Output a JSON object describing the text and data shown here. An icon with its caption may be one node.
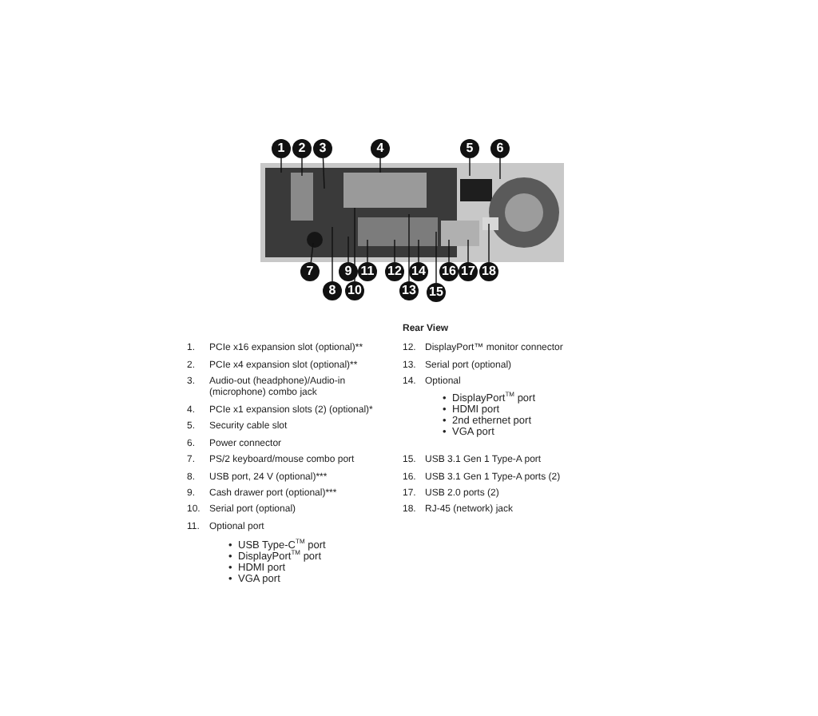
{
  "diagram": {
    "nodes": [
      {
        "text": [
          "1"
        ]
      },
      {
        "text": [
          "2"
        ]
      },
      {
        "text": [
          "3"
        ]
      },
      {
        "text": [
          "4"
        ]
      },
      {
        "text": [
          "5"
        ]
      },
      {
        "text": [
          "6"
        ]
      },
      {
        "text": [
          "7"
        ]
      },
      {
        "text": [
          "8"
        ]
      },
      {
        "text": [
          "9"
        ]
      },
      {
        "text": [
          "10"
        ]
      },
      {
        "text": [
          "11"
        ]
      },
      {
        "text": [
          "12"
        ]
      },
      {
        "text": [
          "13"
        ]
      },
      {
        "text": [
          "14"
        ]
      },
      {
        "text": [
          "15"
        ]
      },
      {
        "text": [
          "16"
        ]
      },
      {
        "text": [
          "17"
        ]
      },
      {
        "text": [
          "18"
        ]
      }
    ],
    "edges": [
      {
        "from": 0,
        "to": null,
        "arrow": "none"
      },
      {
        "from": 1,
        "to": null,
        "arrow": "none"
      },
      {
        "from": 2,
        "to": null,
        "arrow": "none"
      },
      {
        "from": 3,
        "to": null,
        "arrow": "none"
      },
      {
        "from": 4,
        "to": null,
        "arrow": "none"
      },
      {
        "from": 5,
        "to": null,
        "arrow": "none"
      },
      {
        "from": 6,
        "to": null,
        "arrow": "none"
      },
      {
        "from": 7,
        "to": null,
        "arrow": "none"
      },
      {
        "from": 8,
        "to": null,
        "arrow": "none"
      },
      {
        "from": 9,
        "to": null,
        "arrow": "none"
      },
      {
        "from": 10,
        "to": null,
        "arrow": "none"
      },
      {
        "from": 11,
        "to": null,
        "arrow": "none"
      },
      {
        "from": 12,
        "to": null,
        "arrow": "none"
      },
      {
        "from": 13,
        "to": null,
        "arrow": "none"
      },
      {
        "from": 14,
        "to": null,
        "arrow": "none"
      },
      {
        "from": 15,
        "to": null,
        "arrow": "none"
      },
      {
        "from": 16,
        "to": null,
        "arrow": "none"
      },
      {
        "from": 17,
        "to": null,
        "arrow": "none"
      }
    ],
    "labels": [
      "Rear View",
      "1.",
      "PCIe x16 expansion slot (optional)**",
      "2.",
      "PCIe x4 expansion slot (optional)**",
      "3.",
      "Audio-out (headphone)/Audio-in (microphone) combo jack",
      "4.",
      "PCIe x1 expansion slots (2) (optional)*",
      "5.",
      "Security cable slot",
      "6.",
      "Power connector",
      "7.",
      "PS/2 keyboard/mouse combo port",
      "8.",
      "USB port, 24 V (optional)***",
      "9.",
      "Cash drawer port (optional)***",
      "10.",
      "Serial port (optional)",
      "11.",
      "Optional port",
      "•",
      "USB Type-C$^{TM}$ port",
      "•",
      "DisplayPort$^{TM}$ port",
      "•",
      "HDMI port",
      "•",
      "VGA port",
      "12.",
      "DisplayPort™ monitor connector",
      "13.",
      "Serial port (optional)",
      "14.",
      "Optional",
      "•",
      "DisplayPort$^{TM}$ port",
      "•",
      "HDMI port",
      "•",
      "2nd ethernet port",
      "•",
      "VGA port",
      "15.",
      "USB 3.1 Gen 1 Type-A port",
      "16.",
      "USB 3.1 Gen 1 Type-A ports (2)",
      "17.",
      "USB 2.0 ports (2)",
      "18.",
      "RJ-45 (network) jack"
    ]
  }
}
